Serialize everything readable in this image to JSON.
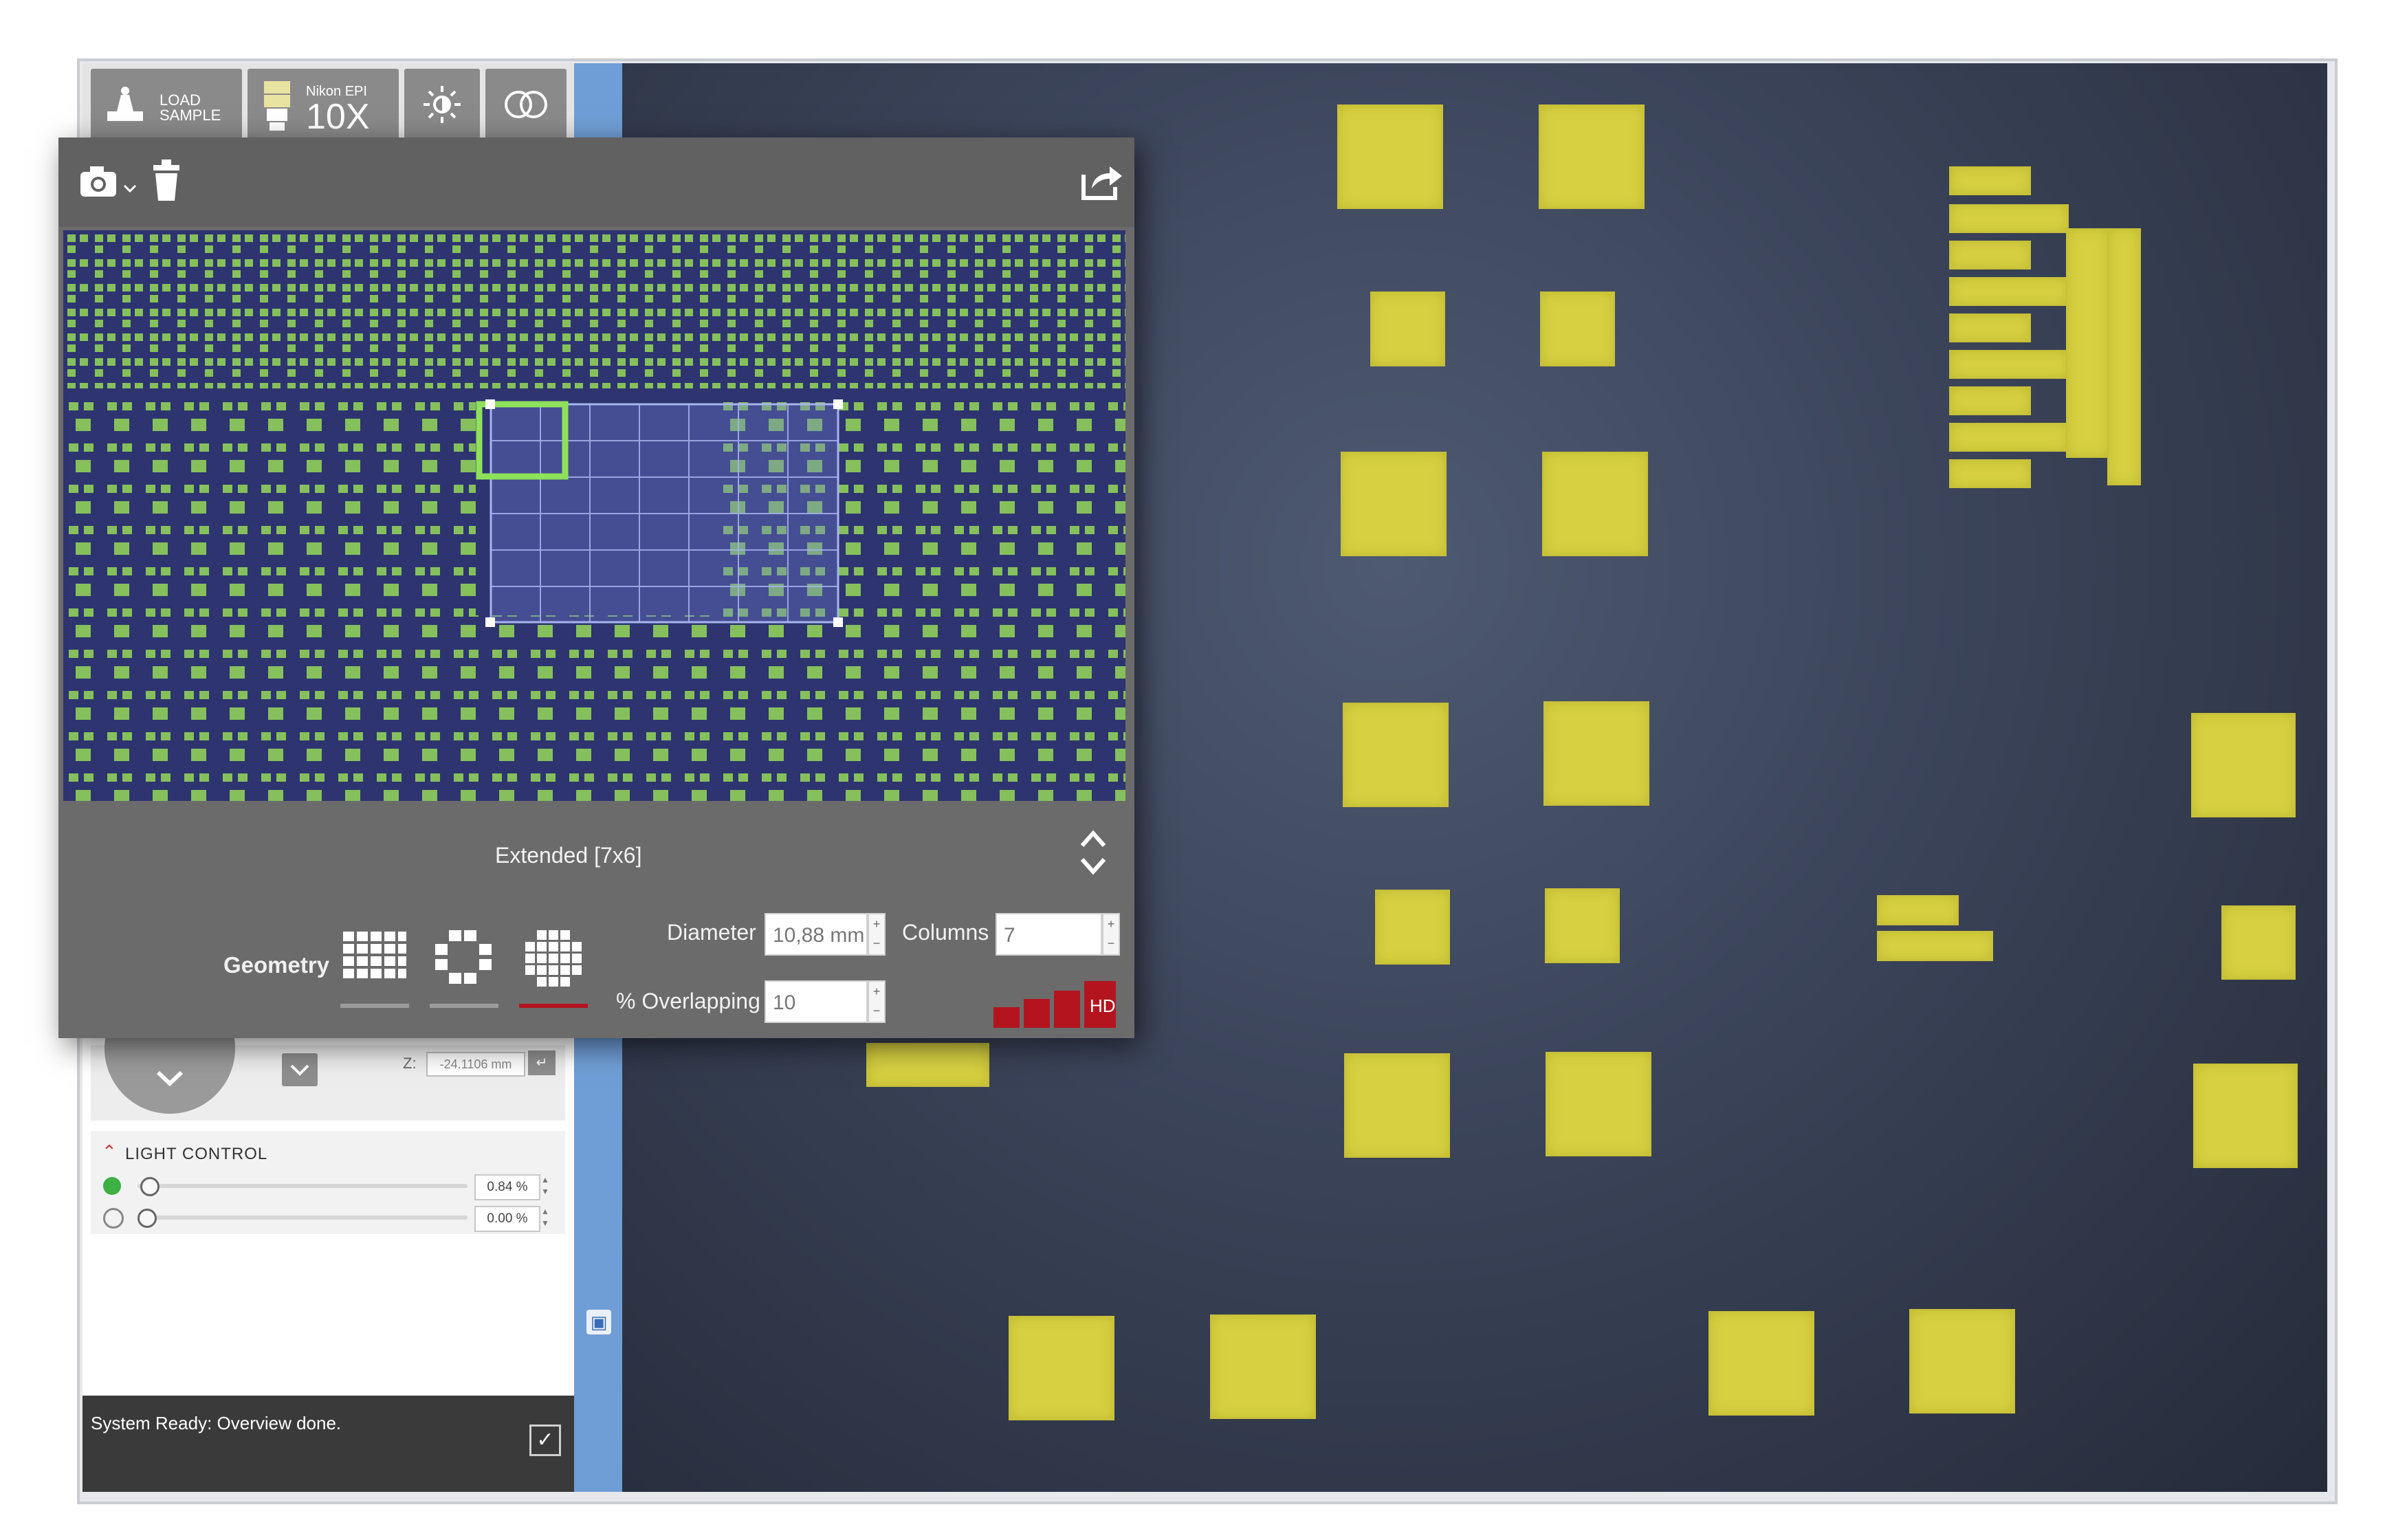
{
  "toolbar": {
    "load_label": "LOAD\nSAMPLE",
    "objective_maker": "Nikon EPI",
    "objective_mag": "10X",
    "icons": [
      "load-sample-icon",
      "objective-icon",
      "brightness-icon",
      "rings-icon"
    ]
  },
  "popup": {
    "icons": [
      "camera-icon",
      "chevron-down-icon",
      "trash-icon",
      "export-icon"
    ],
    "mode_label": "Extended [7x6]",
    "geometry_label": "Geometry",
    "diameter_label": "Diameter",
    "diameter_value": "10,88 mm",
    "columns_label": "Columns",
    "columns_value": "7",
    "overlap_label": "% Overlapping",
    "overlap_value": "10",
    "quality_badge": "HD",
    "geometry_selected": "circular-tiles",
    "accent_color": "#b4141e"
  },
  "stage": {
    "z_label": "Z:",
    "z_value": "-24.1106 mm"
  },
  "light_control": {
    "title": "LIGHT CONTROL",
    "ch1_value": "0.84 %",
    "ch1_level": 0.0084,
    "ch2_value": "0.00 %",
    "ch2_level": 0.0
  },
  "status": {
    "text": "System Ready: Overview done."
  }
}
